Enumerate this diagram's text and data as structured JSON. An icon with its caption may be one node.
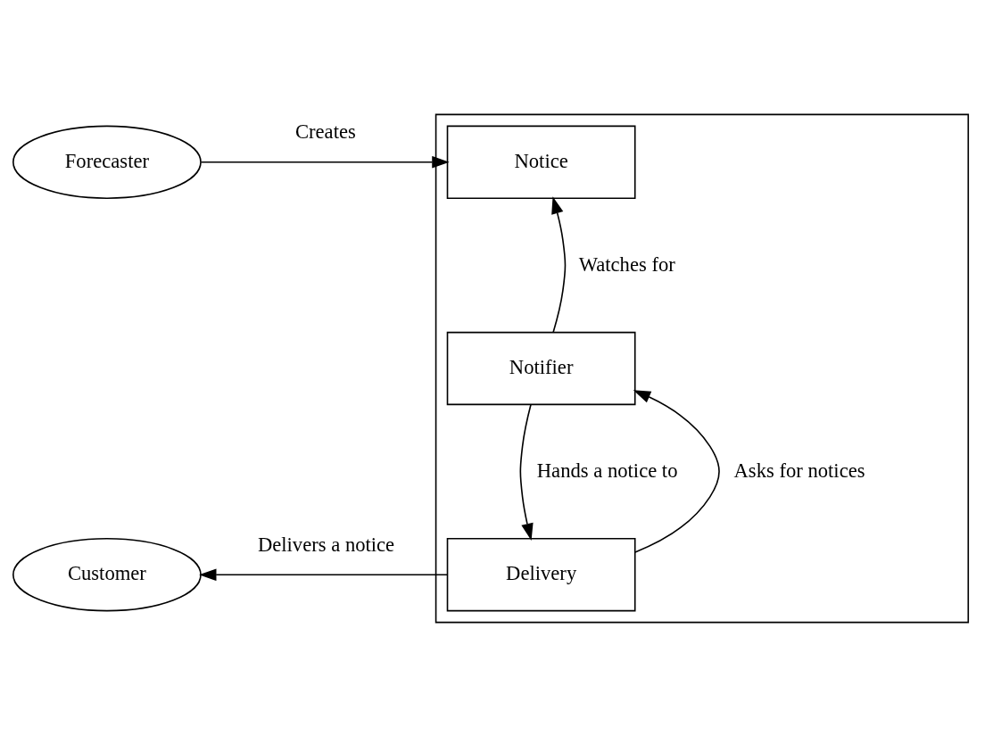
{
  "diagram": {
    "nodes": [
      {
        "text": [],
        "shape": "box"
      },
      {
        "text": [
          "Forecaster"
        ]
      },
      {
        "text": [
          "Notice"
        ],
        "in": 0
      },
      {
        "text": [
          "Notifier"
        ],
        "in": 0
      },
      {
        "text": [
          "Customer"
        ]
      },
      {
        "text": [
          "Delivery"
        ],
        "in": 0
      }
    ],
    "edges": [
      {
        "from": 1,
        "to": 2,
        "arrow": "to",
        "label": "Creates"
      },
      {
        "from": 3,
        "to": 2,
        "arrow": "to",
        "label": "Watches for"
      },
      {
        "from": 5,
        "to": 3,
        "arrow": "to",
        "label": "Asks for notices"
      },
      {
        "from": 3,
        "to": 5,
        "arrow": "to",
        "label": "Hands a notice to"
      },
      {
        "from": 5,
        "to": 4,
        "arrow": "to",
        "label": "Delivers a notice"
      }
    ]
  }
}
